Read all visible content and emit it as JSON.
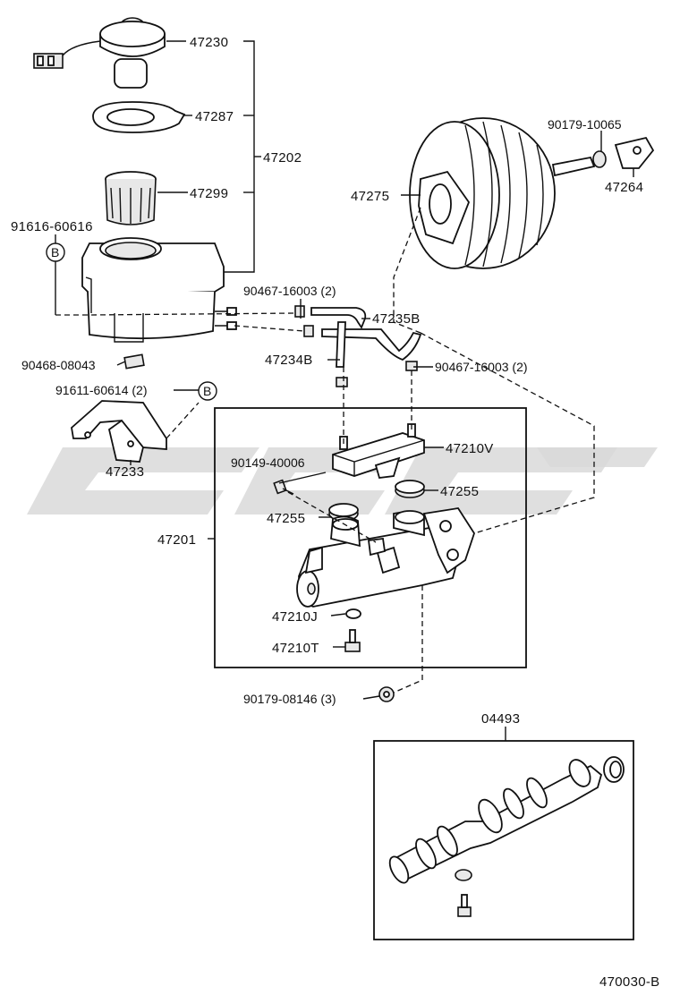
{
  "diagram": {
    "labels": {
      "p47230": "47230",
      "p47287": "47287",
      "p47202": "47202",
      "p47299": "47299",
      "p91616": "91616-60616",
      "circleB1": "B",
      "p90467a": "90467-16003 (2)",
      "p47235B": "47235B",
      "p47275": "47275",
      "p90179a": "90179-10065",
      "p47264": "47264",
      "p90468": "90468-08043",
      "p47234B": "47234B",
      "p90467b": "90467-16003 (2)",
      "p91611": "91611-60614 (2)",
      "circleB2": "B",
      "p47233": "47233",
      "p47210V": "47210V",
      "p90149": "90149-40006",
      "p47255a": "47255",
      "p47255b": "47255",
      "p47201": "47201",
      "p47210J": "47210J",
      "p47210T": "47210T",
      "p90179b": "90179-08146 (3)",
      "p04493": "04493",
      "figure_code": "470030-B"
    },
    "watermark_color": "#d9d9d9",
    "line_color": "#111111"
  }
}
